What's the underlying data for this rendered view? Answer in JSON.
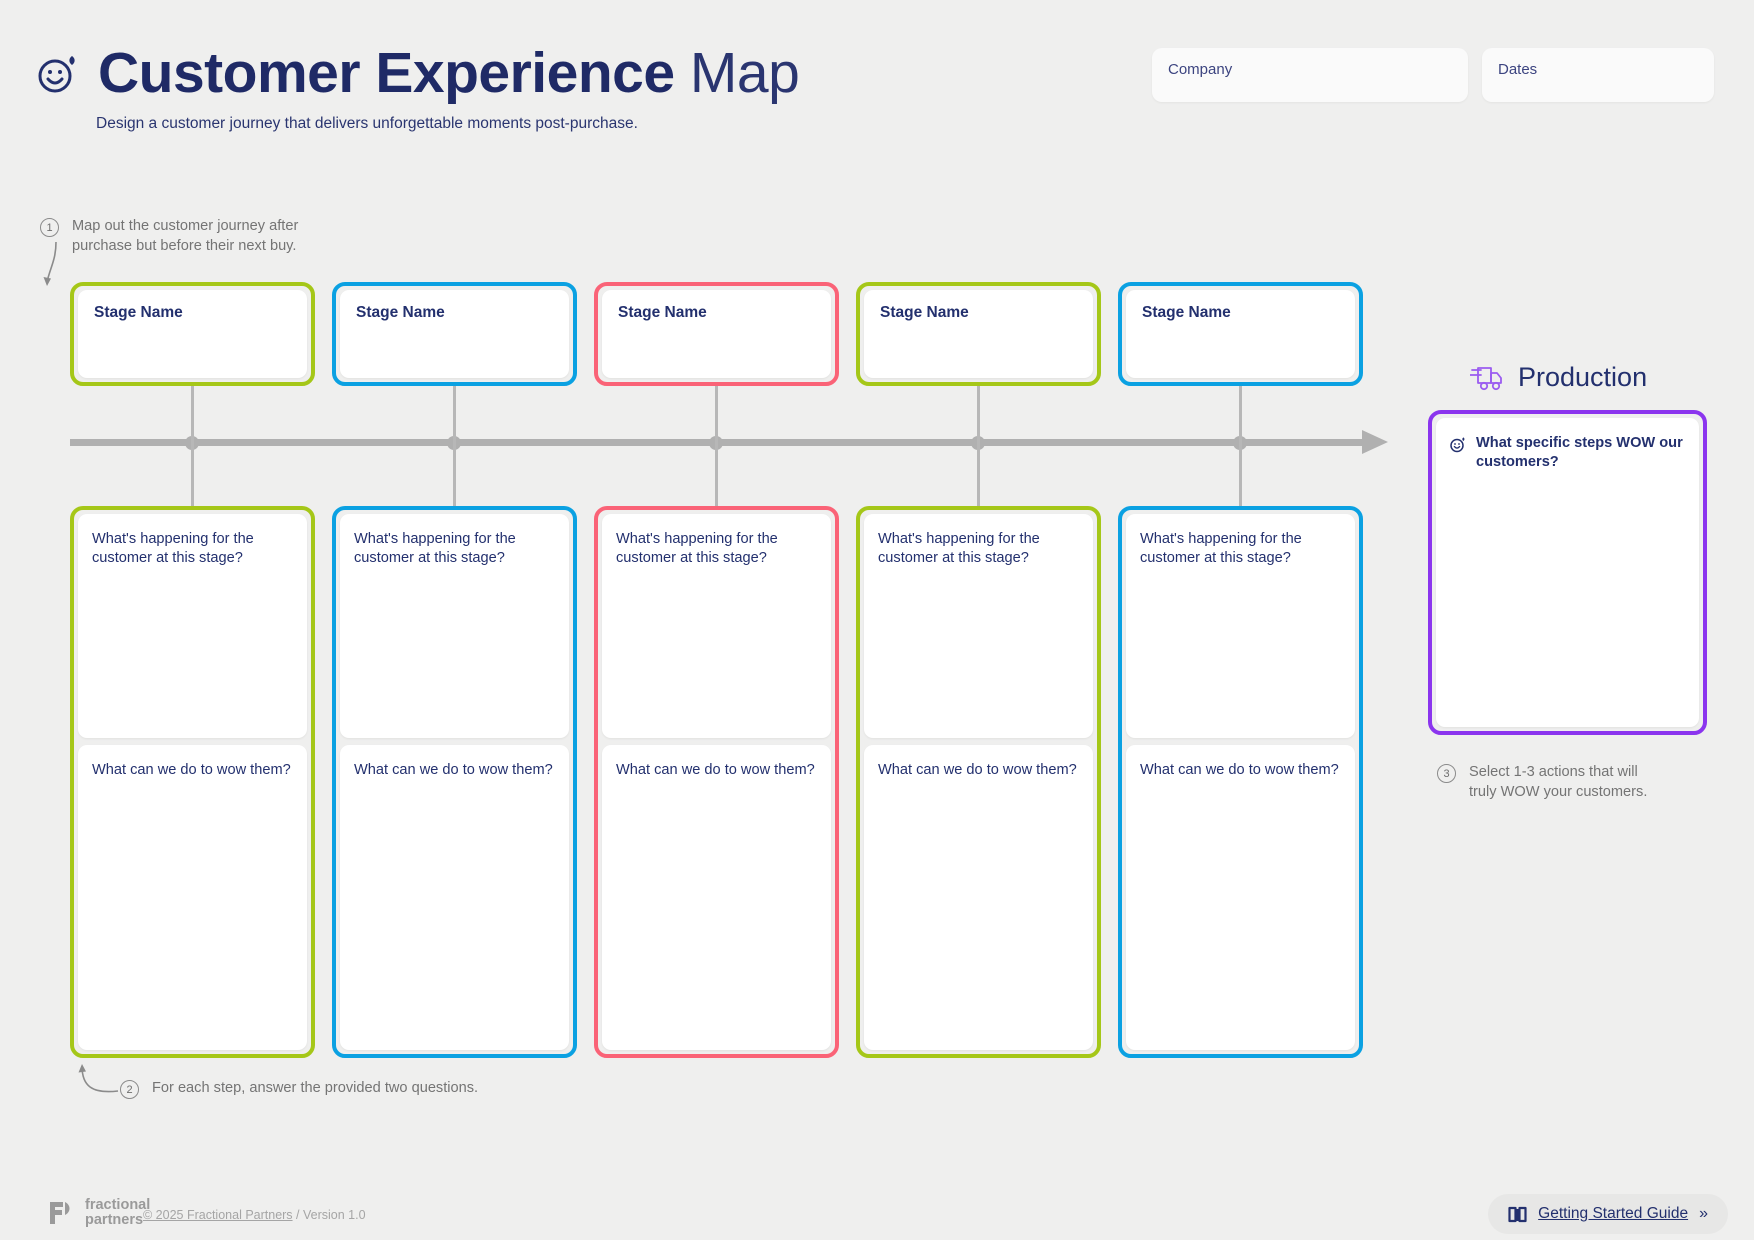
{
  "header": {
    "title_bold": "Customer Experience",
    "title_light": "Map",
    "subtitle": "Design a customer journey that delivers unforgettable moments post-purchase.",
    "brand_icon": "smiley-logo-icon"
  },
  "fields": [
    {
      "name": "company",
      "label": "Company",
      "value": ""
    },
    {
      "name": "dates",
      "label": "Dates",
      "value": ""
    }
  ],
  "steps": [
    {
      "number": "1",
      "text": "Map out the customer journey after purchase but before their next buy."
    },
    {
      "number": "2",
      "text": "For each step, answer the provided two questions."
    },
    {
      "number": "3",
      "text": "Select 1-3 actions that will truly WOW your customers."
    }
  ],
  "stages": [
    {
      "label": "Stage Name",
      "color": "#a5c718"
    },
    {
      "label": "Stage Name",
      "color": "#0ba1e2"
    },
    {
      "label": "Stage Name",
      "color": "#fa6377"
    },
    {
      "label": "Stage Name",
      "color": "#a5c718"
    },
    {
      "label": "Stage Name",
      "color": "#0ba1e2"
    }
  ],
  "questions": {
    "q1": "What's happening for the customer at this stage?",
    "q2": "What can we do to wow them?"
  },
  "production": {
    "title": "Production",
    "icon": "delivery-truck-icon",
    "card_icon": "smiley-logo-icon",
    "question": "What specific steps WOW our customers?",
    "color": "#8b35ee"
  },
  "timeline": {
    "color": "#b0b0b0",
    "dot_count": 5
  },
  "footer": {
    "logo_line1": "fractional",
    "logo_line2": "partners",
    "copyright_link": "© 2025 Fractional Partners",
    "copyright_rest": " / Version 1.0",
    "guide_label": "Getting Started Guide",
    "guide_chevron": "»",
    "guide_icon": "book-icon"
  }
}
